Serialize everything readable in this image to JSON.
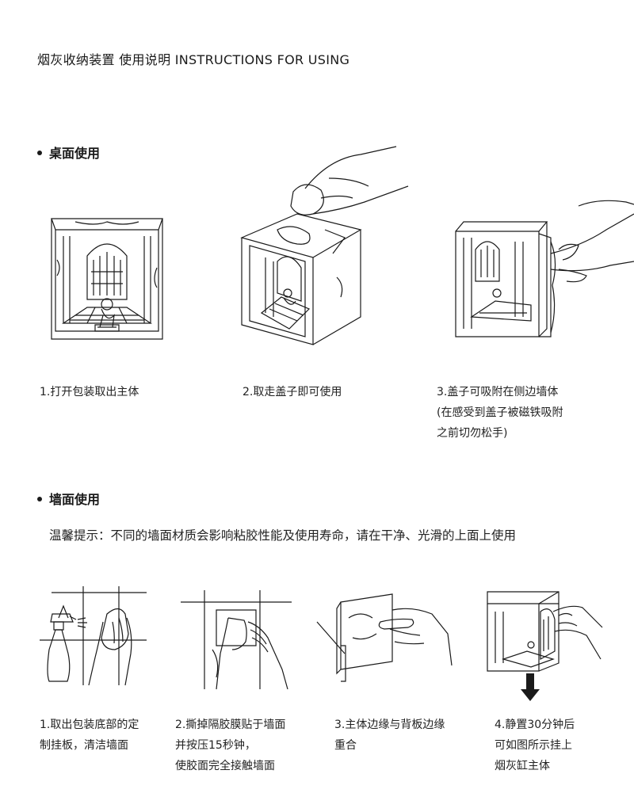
{
  "header": {
    "title": "烟灰收纳装置 使用说明 INSTRUCTIONS FOR USING"
  },
  "desktop": {
    "heading": "桌面使用",
    "steps": [
      {
        "lines": [
          "1.打开包装取出主体"
        ]
      },
      {
        "lines": [
          "2.取走盖子即可使用"
        ]
      },
      {
        "lines": [
          "3.盖子可吸附在侧边墙体",
          "(在感受到盖子被磁铁吸附",
          "之前切勿松手)"
        ]
      }
    ]
  },
  "wall": {
    "heading": "墙面使用",
    "tip": "温馨提示：不同的墙面材质会影响粘胶性能及使用寿命，请在干净、光滑的上面上使用",
    "steps": [
      {
        "lines": [
          "1.取出包装底部的定",
          "制挂板，清洁墙面"
        ]
      },
      {
        "lines": [
          "2.撕掉隔胶膜贴于墙面",
          "并按压15秒钟，",
          "使胶面完全接触墙面"
        ]
      },
      {
        "lines": [
          "3.主体边缘与背板边缘",
          "重合"
        ]
      },
      {
        "lines": [
          "4.静置30分钟后",
          "可如图所示挂上",
          "烟灰缸主体"
        ]
      }
    ]
  },
  "icons": [
    "box-diorama-illustration",
    "hand-lifting-lid-illustration",
    "hand-attaching-lid-illustration",
    "spray-and-cloth-illustration",
    "press-plate-illustration",
    "align-box-illustration",
    "hang-box-illustration",
    "down-arrow-icon"
  ]
}
